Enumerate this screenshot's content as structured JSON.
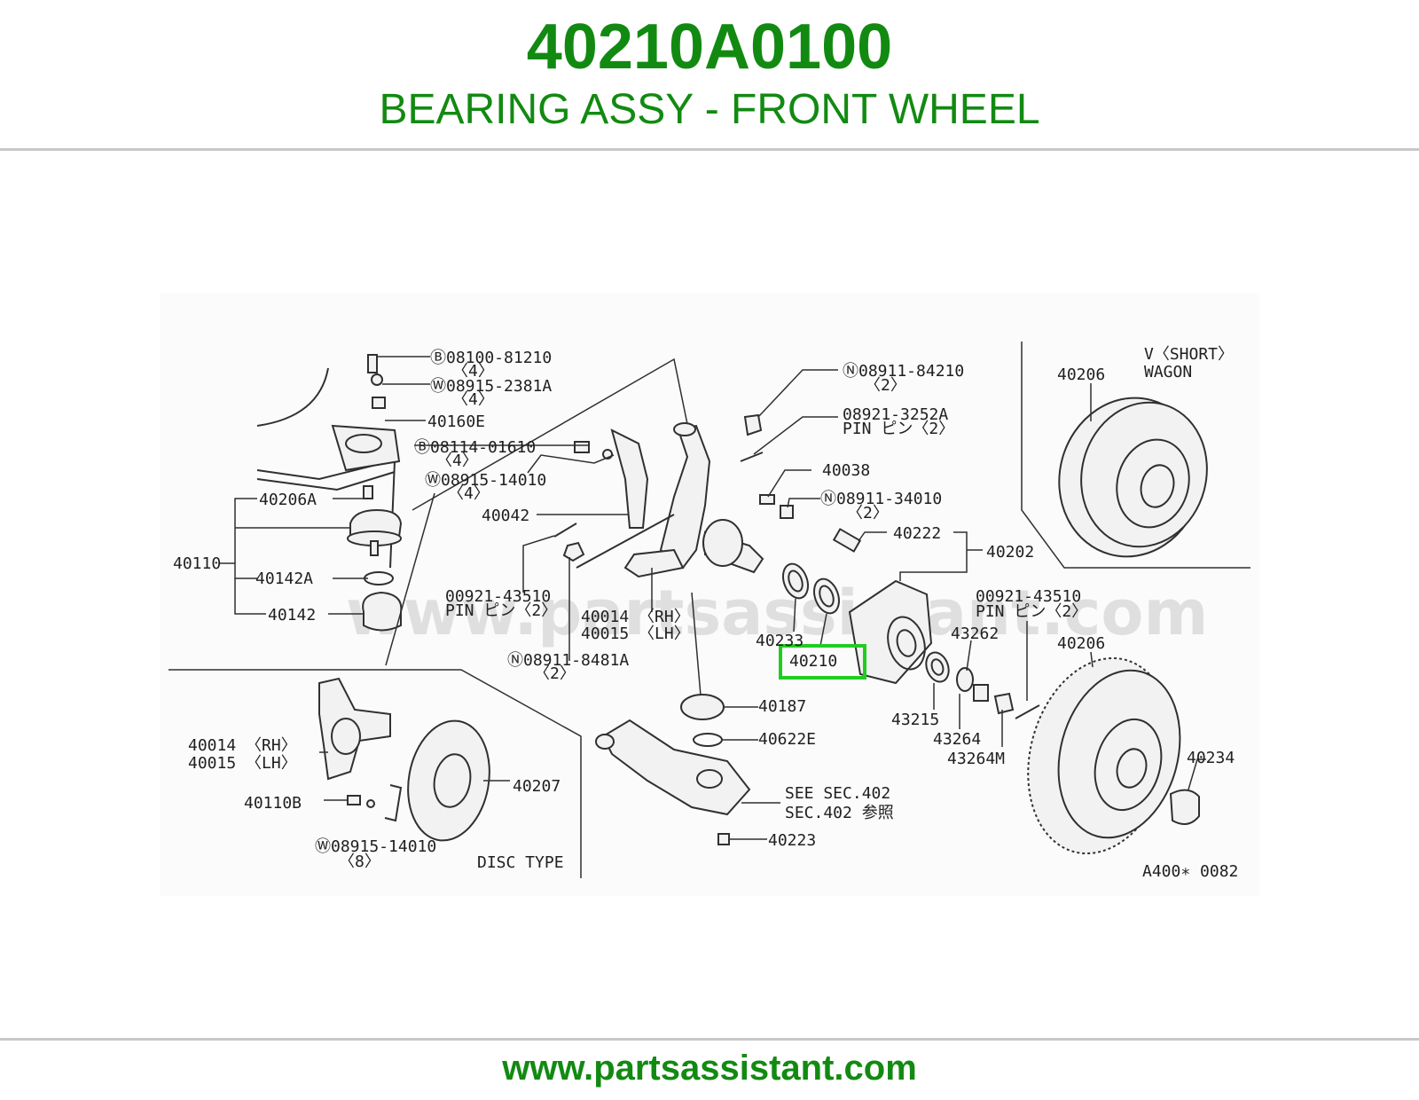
{
  "header": {
    "part_number": "40210A0100",
    "part_name": "BEARING ASSY - FRONT WHEEL"
  },
  "footer": {
    "url": "www.partsassistant.com"
  },
  "watermark": "www.partsassistant.com",
  "colors": {
    "brand_green": "#128a12",
    "highlight_green": "#22cc22",
    "rule_gray": "#c8c8c8"
  },
  "diagram": {
    "highlighted_part": "40210",
    "drawing_code": "A400∗ 0082",
    "section_labels": {
      "disc": "DISC TYPE",
      "wagon_line1": "V〈SHORT〉",
      "wagon_line2": "WAGON"
    },
    "callouts": {
      "c08100": "Ⓑ08100-81210",
      "c08100q": "〈4〉",
      "c08915a": "Ⓦ08915-2381A",
      "c08915aq": "〈4〉",
      "c40160E": "40160E",
      "c08114": "Ⓑ08114-01610",
      "c08114q": "〈4〉",
      "c08915b": "Ⓦ08915-14010",
      "c08915bq": "〈4〉",
      "c40206A": "40206A",
      "c40110": "40110",
      "c40142A": "40142A",
      "c40142": "40142",
      "c40042": "40042",
      "c00921a": "00921-43510",
      "c00921aq": "PIN ピン〈2〉",
      "c40014": "40014 〈RH〉",
      "c40015": "40015 〈LH〉",
      "c08911c": "Ⓝ08911-8481A",
      "c08911cq": "〈2〉",
      "c08911a": "Ⓝ08911-84210",
      "c08911aq": "〈2〉",
      "c08921": "08921-3252A",
      "c08921q": "PIN ピン〈2〉",
      "c40038": "40038",
      "c08911b": "Ⓝ08911-34010",
      "c08911bq": "〈2〉",
      "c40222": "40222",
      "c40202": "40202",
      "c40233": "40233",
      "c40210": "40210",
      "c00921b": "00921-43510",
      "c00921bq": "PIN ピン〈2〉",
      "c43262": "43262",
      "c43215": "43215",
      "c43264": "43264",
      "c43264M": "43264M",
      "c40187": "40187",
      "c40622E": "40622E",
      "cSee1": "SEE SEC.402",
      "cSee2": "SEC.402 参照",
      "c40223": "40223",
      "c40206top": "40206",
      "c40206bot": "40206",
      "c40234": "40234",
      "c40014b": "40014 〈RH〉",
      "c40015b": "40015 〈LH〉",
      "c40207": "40207",
      "c40110B": "40110B",
      "c08915c": "Ⓦ08915-14010",
      "c08915cq": "〈8〉"
    }
  }
}
